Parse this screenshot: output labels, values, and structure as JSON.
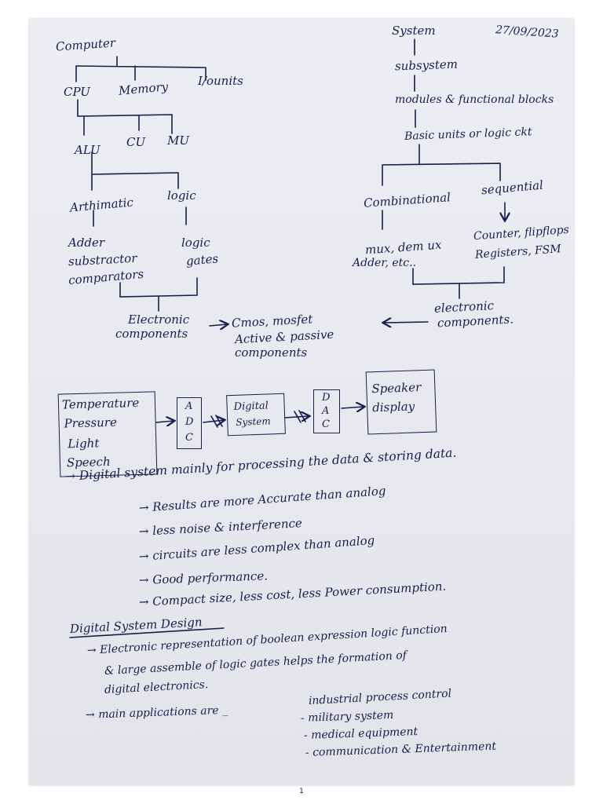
{
  "date": "27/09/2023",
  "tree_left": {
    "computer": "Computer",
    "cpu": "CPU",
    "memory": "Memory",
    "io_units": "I/ounits",
    "alu": "ALU",
    "cu": "CU",
    "mu": "MU",
    "arithmetic": "Arthimatic",
    "logic": "logic",
    "adder": "Adder",
    "subtractor": "substractor",
    "comparator": "comparators",
    "logic_gates_1": "logic",
    "logic_gates_2": "gates",
    "electronic_1": "Electronic",
    "electronic_2": "components",
    "cmos_1": "Cmos, mosfet",
    "cmos_2": "Active & passive",
    "cmos_3": "components"
  },
  "tree_right": {
    "system": "System",
    "subsystem": "subsystem",
    "modules": "modules & functional blocks",
    "basic_units": "Basic units or logic ckt",
    "combinational": "Combinational",
    "sequential": "sequential",
    "mux": "mux, dem ux",
    "adder_etc": "Adder, etc..",
    "counter": "Counter, flipflops",
    "registers": "Registers, FSM",
    "electronic_1": "electronic",
    "electronic_2": "components."
  },
  "block_diagram": {
    "input_lines": [
      "Temperature",
      "Pressure",
      "Light",
      "Speech"
    ],
    "adc": [
      "A",
      "D",
      "C"
    ],
    "digital_system": [
      "Digital",
      "System"
    ],
    "dac": [
      "D",
      "A",
      "C"
    ],
    "output_lines": [
      "Speaker",
      "display"
    ]
  },
  "digital_system_notes": {
    "intro": "Digital system mainly for processing the data & storing data.",
    "points": [
      "Results are more Accurate than analog",
      "less noise & interference",
      "circuits are less complex than analog",
      "Good performance.",
      "Compact size, less cost, less Power consumption."
    ]
  },
  "design": {
    "heading": "Digital System Design",
    "para_lines": [
      "Electronic representation of boolean expression logic function",
      "& large assemble of logic gates helps the formation of",
      "digital electronics."
    ],
    "apps_label": "main applications are",
    "apps": [
      "industrial process control",
      "military system",
      "medical equipment",
      "communication & Entertainment"
    ]
  },
  "page_number": "1"
}
